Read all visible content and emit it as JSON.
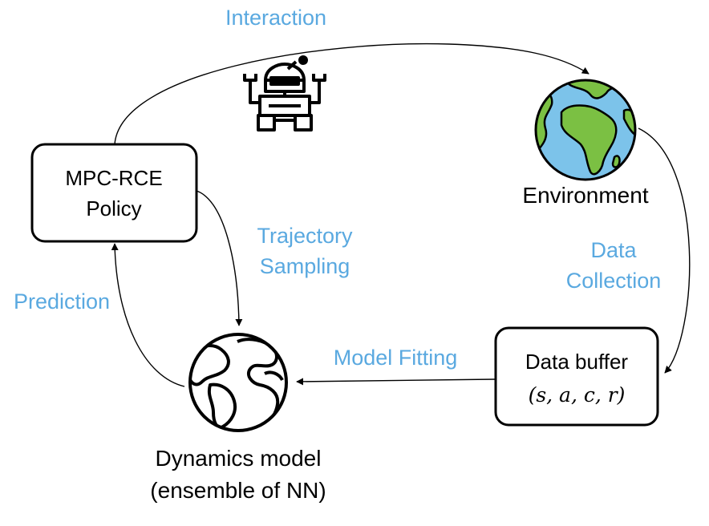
{
  "nodes": {
    "policy": {
      "line1": "MPC-RCE",
      "line2": "Policy"
    },
    "environment": {
      "label": "Environment"
    },
    "buffer": {
      "line1": "Data buffer",
      "line2": "(s, a, c, r)"
    },
    "model": {
      "line1": "Dynamics model",
      "line2": "(ensemble of NN)"
    }
  },
  "edges": {
    "interaction": "Interaction",
    "data_collection_1": "Data",
    "data_collection_2": "Collection",
    "model_fitting": "Model Fitting",
    "trajectory_1": "Trajectory",
    "trajectory_2": "Sampling",
    "prediction": "Prediction"
  },
  "icons": {
    "agent": "robot-icon",
    "environment": "earth-globe-icon",
    "model": "globe-outline-icon"
  },
  "colors": {
    "edge_label": "#5aa9e0",
    "ocean": "#7cc3ea",
    "land": "#7bc043"
  }
}
